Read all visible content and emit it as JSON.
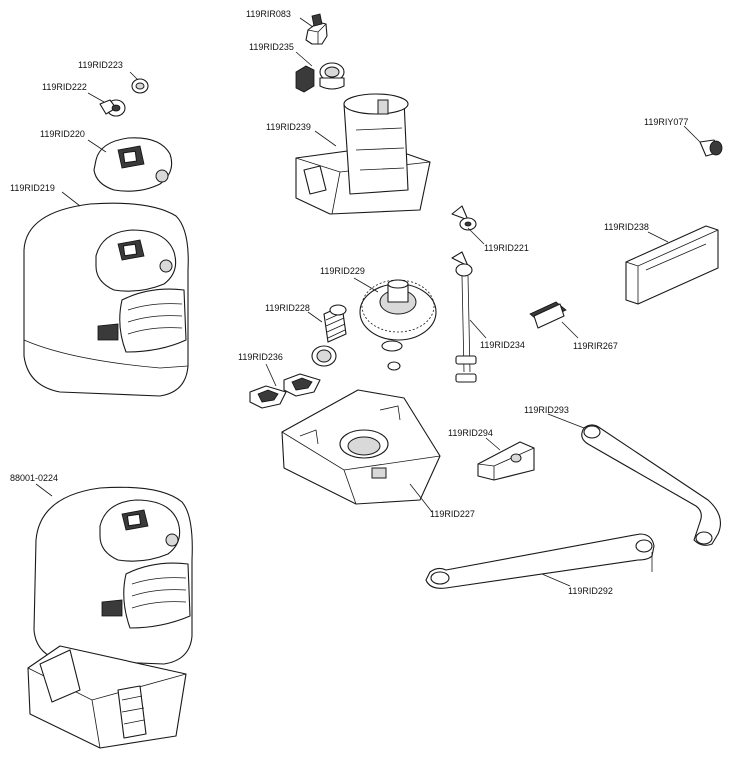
{
  "parts": {
    "p_119RIR083": "119RIR083",
    "p_119RID235": "119RID235",
    "p_119RID223": "119RID223",
    "p_119RID222": "119RID222",
    "p_119RID220": "119RID220",
    "p_119RID239": "119RID239",
    "p_119RIY077": "119RIY077",
    "p_119RID219": "119RID219",
    "p_119RID221": "119RID221",
    "p_119RID238": "119RID238",
    "p_119RID229": "119RID229",
    "p_119RID228": "119RID228",
    "p_119RID234": "119RID234",
    "p_119RIR267": "119RIR267",
    "p_119RID236": "119RID236",
    "p_119RID293": "119RID293",
    "p_119RID294": "119RID294",
    "p_88001_0224": "88001-0224",
    "p_119RID227": "119RID227",
    "p_119RID292": "119RID292"
  }
}
